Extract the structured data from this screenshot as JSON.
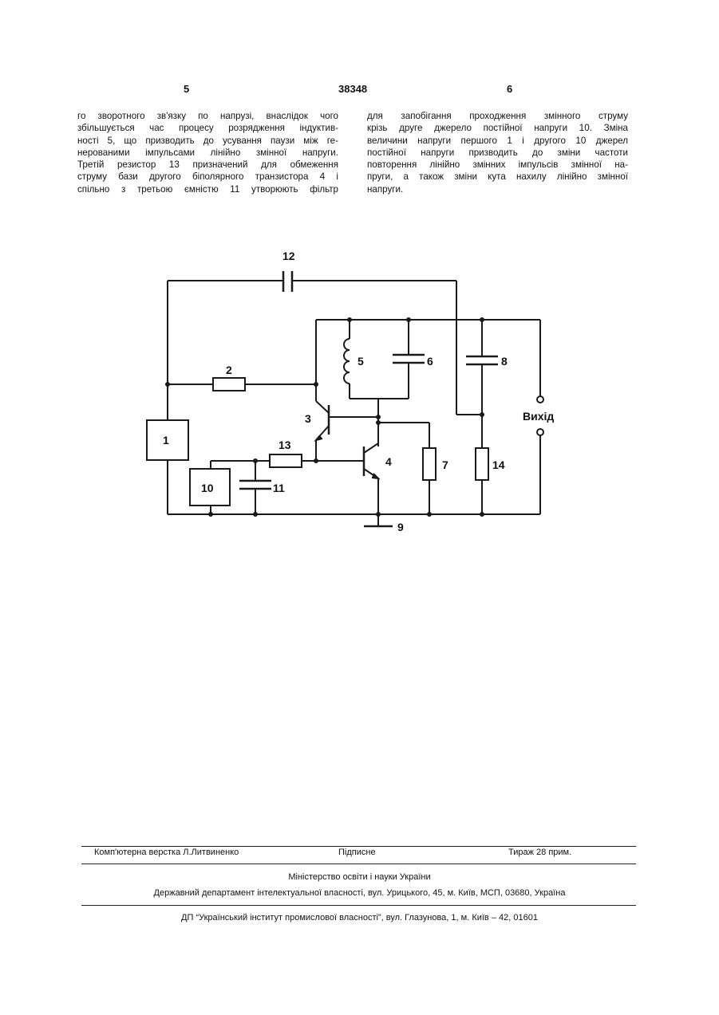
{
  "header": {
    "page_left": "5",
    "patent_number": "38348",
    "page_right": "6"
  },
  "body": {
    "left_column": [
      "го зворотного зв'язку по напрузі, внаслідок чого",
      "збільшується час процесу розрядження індуктив-",
      "ності 5, що призводить до усування паузи між ге-",
      "нерованими імпульсами лінійно змінної напруги.",
      "Третій резистор 13 призначений для обмеження",
      "струму бази другого біполярного транзистора 4 і",
      "спільно з третьою ємністю 11 утворюють фільтр"
    ],
    "right_column": [
      "для запобігання проходження змінного струму",
      "крізь друге джерело постійної напруги 10. Зміна",
      "величини напруги першого 1 і другого 10 джерел",
      "постійної напруги призводить до зміни частоти",
      "повторення лінійно змінних імпульсів змінної на-",
      "пруги, а також зміни кута нахилу лінійно змінної",
      "напруги."
    ]
  },
  "figure": {
    "labels": {
      "c12": "12",
      "r2": "2",
      "l5": "5",
      "c6": "6",
      "c8": "8",
      "output": "Вихід",
      "q3": "3",
      "src1": "1",
      "r13": "13",
      "q4": "4",
      "r7": "7",
      "r14": "14",
      "src10": "10",
      "c11": "11",
      "gnd9": "9"
    }
  },
  "footer": {
    "layout": "Комп'ютерна верстка Л.Литвиненко",
    "signed": "Підписне",
    "circulation": "Тираж 28 прим.",
    "ministry": "Міністерство освіти і науки України",
    "department": "Державний департамент інтелектуальної власності, вул. Урицького, 45, м. Київ, МСП, 03680, Україна",
    "institute": "ДП “Український інститут промислової власності”, вул. Глазунова, 1, м. Київ – 42, 01601"
  }
}
